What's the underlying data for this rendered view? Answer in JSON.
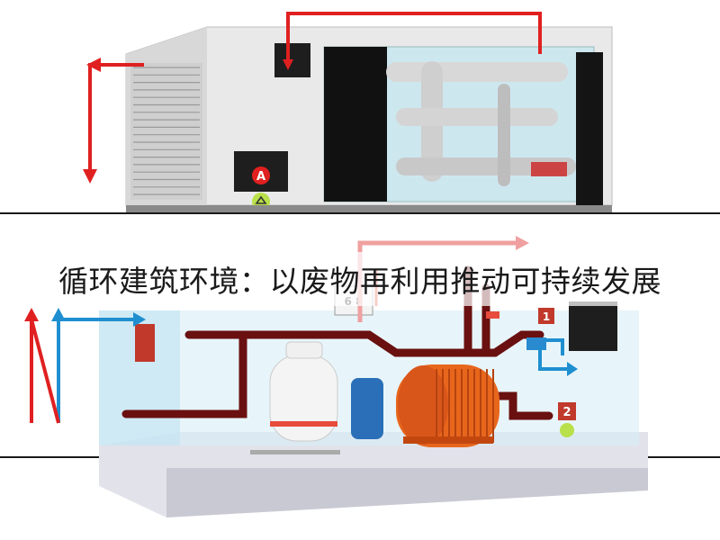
{
  "caption": "循环建筑环境：以废物再利用推动可持续发展",
  "markers": {
    "top_panel": "A",
    "lower_valve_1": "1",
    "lower_valve_2": "2",
    "gauge": "6 8"
  },
  "colors": {
    "hot_arrow": "#e02020",
    "cold_arrow": "#1f8fd0",
    "pipe": "#6a1010",
    "boiler": "#e8661c",
    "tank": "#f4f4f4",
    "vessel": "#2a6fb8",
    "unit_body": "#eeeeee",
    "panel_dark": "#1e1e1e",
    "glass": "#c8e6f3"
  },
  "icons": [
    "recycle-icon",
    "hot-water-arrow-icon",
    "cold-water-arrow-icon"
  ]
}
